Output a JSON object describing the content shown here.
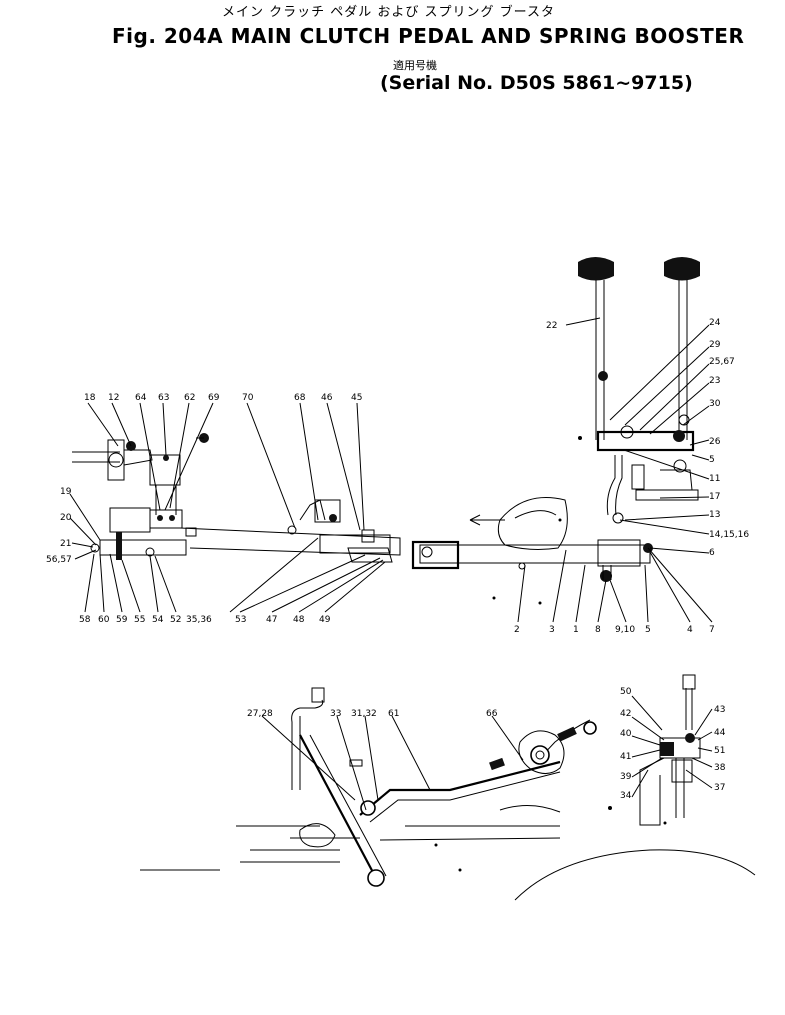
{
  "header": {
    "japanese_title": "メイン クラッチ ペダル および スプリング ブースタ",
    "title": "Fig. 204A MAIN CLUTCH PEDAL AND SPRING BOOSTER",
    "serial_label_jp": "適用号機",
    "serial": "(Serial No. D50S 5861~9715)"
  },
  "callouts": {
    "left_top": [
      "18",
      "12",
      "64",
      "63",
      "62",
      "69",
      "70",
      "68",
      "46",
      "45"
    ],
    "left_side": [
      "19",
      "20",
      "21",
      "56,57"
    ],
    "left_bottom": [
      "58",
      "60",
      "59",
      "55",
      "54",
      "52",
      "35,36",
      "53",
      "47",
      "48",
      "49"
    ],
    "right_top": [
      "22",
      "24",
      "29",
      "25,67",
      "23",
      "30",
      "26",
      "5",
      "11",
      "17",
      "13",
      "14,15,16",
      "6"
    ],
    "right_bottom": [
      "2",
      "3",
      "1",
      "8",
      "9,10",
      "5",
      "4",
      "7"
    ],
    "lower_main": [
      "27,28",
      "33",
      "31,32",
      "61",
      "66"
    ],
    "lower_right": [
      "50",
      "42",
      "40",
      "41",
      "39",
      "34",
      "43",
      "44",
      "51",
      "38",
      "37"
    ]
  }
}
